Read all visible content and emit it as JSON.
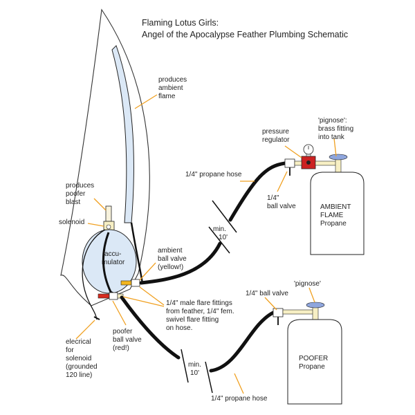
{
  "title": {
    "line1": "Flaming Lotus Girls:",
    "line2": "Angel of the Apocalypse Feather Plumbing Schematic"
  },
  "labels": {
    "produces_ambient_flame": [
      "produces",
      "ambient",
      "flame"
    ],
    "produces_poofer_blast": [
      "produces",
      "poofer",
      "blast"
    ],
    "solenoid": "solenoid",
    "accumulator": [
      "accu-",
      "mulator"
    ],
    "ambient_ball_valve": [
      "ambient",
      "ball valve",
      "(yellow!)"
    ],
    "flare_fittings": [
      "1/4\" male flare fittings",
      "from feather, 1/4\" fem.",
      "swivel flare fitting",
      "on hose."
    ],
    "electrical": [
      "elecrical",
      "for",
      "solenoid",
      "(grounded",
      "120 line)"
    ],
    "poofer_ball_valve": [
      "poofer",
      "ball valve",
      "(red!)"
    ],
    "propane_hose_top": "1/4\" propane hose",
    "min_10_top": [
      "min.",
      "10'"
    ],
    "pressure_regulator": [
      "pressure",
      "regulator"
    ],
    "pignose_top": [
      "'pignose':",
      "brass fitting",
      "into tank"
    ],
    "ball_valve_top": [
      "1/4\"",
      "ball valve"
    ],
    "ambient_tank": [
      "AMBIENT",
      "FLAME",
      "Propane"
    ],
    "ball_valve_bottom": "1/4\" ball valve",
    "pignose_bottom": "'pignose'",
    "min_10_bottom": [
      "min.",
      "10'"
    ],
    "poofer_tank": [
      "POOFER",
      "Propane"
    ],
    "propane_hose_bottom": "1/4\" propane hose"
  },
  "colors": {
    "leader": "#f0a020",
    "feather_tube": "#dbe8f6",
    "accumulator": "#dbe8f6",
    "yellow_valve": "#f2b51e",
    "red_valve": "#d62b1f",
    "regulator": "#cc2222",
    "pignose_cap": "#8fa6dd"
  }
}
